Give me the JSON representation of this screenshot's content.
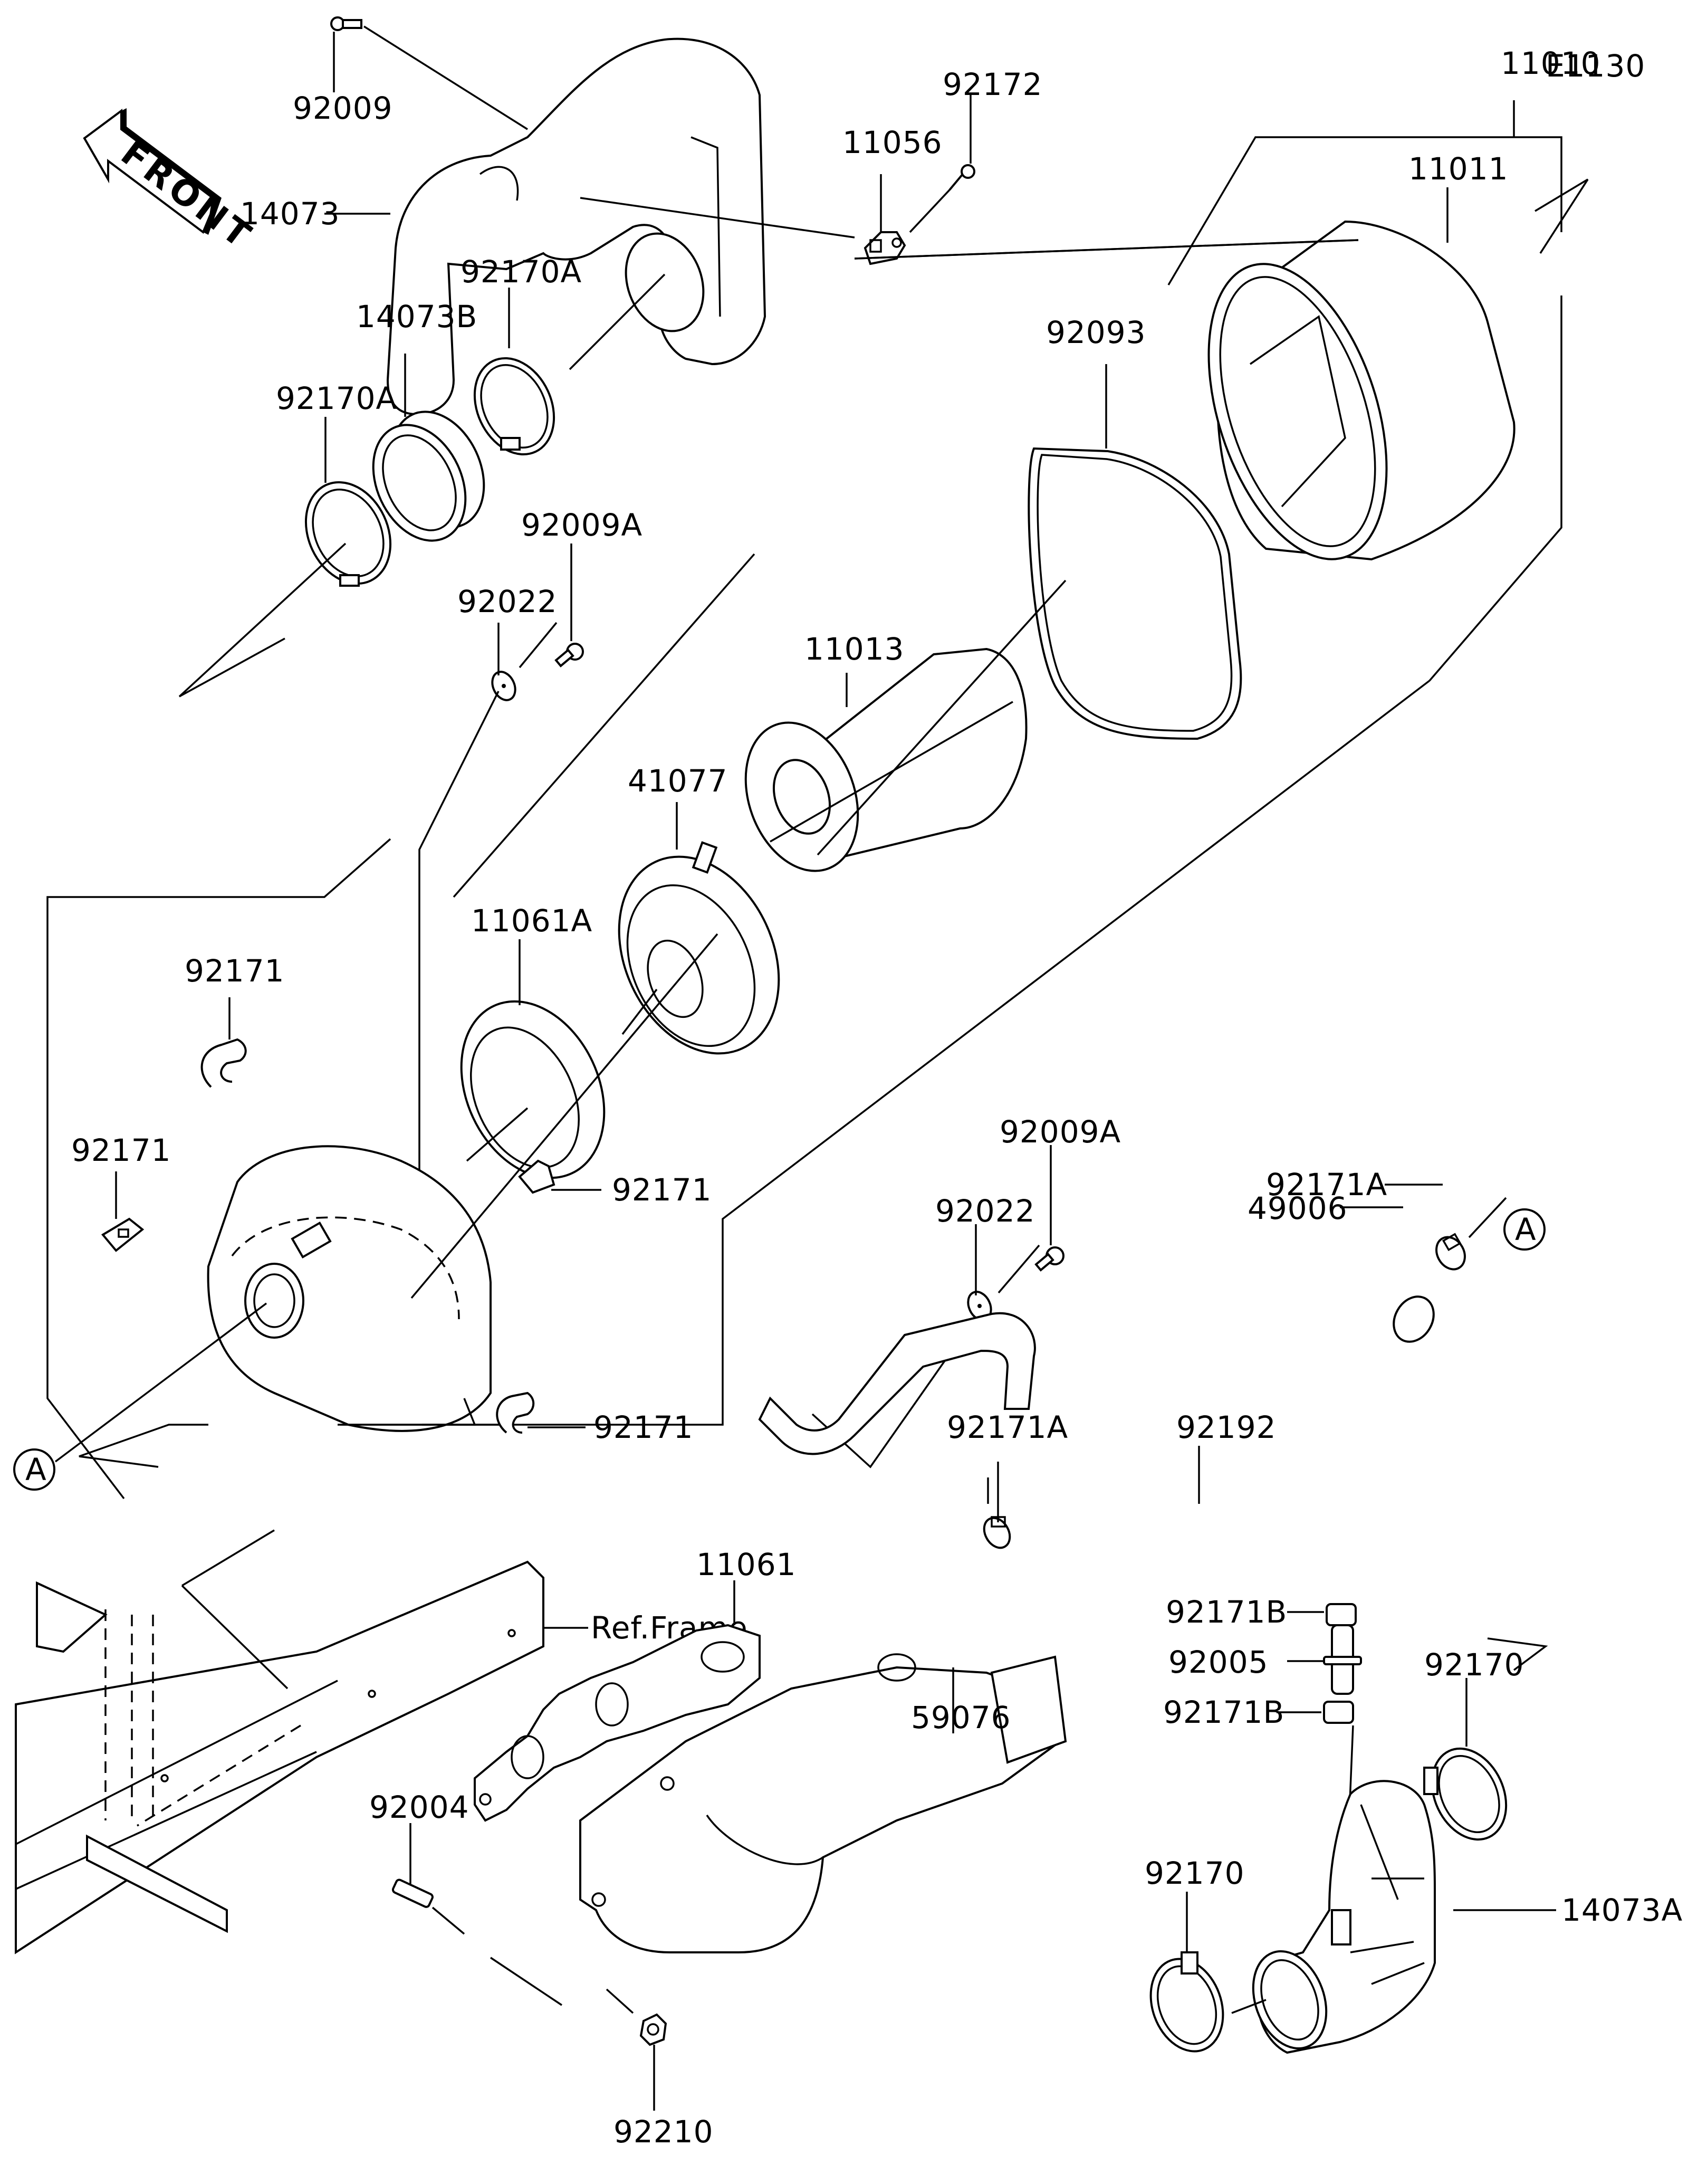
{
  "diagram": {
    "title": "Air Cleaner",
    "diagram_code": "E1130",
    "front_indicator": "FRONT",
    "reference_marker": "A",
    "labels": {
      "p92009": "92009",
      "p14073": "14073",
      "p92170A_top": "92170A",
      "p14073B": "14073B",
      "p92170A_left": "92170A",
      "p92009A_top": "92009A",
      "p92022_top": "92022",
      "p11056": "11056",
      "p92172": "92172",
      "p11010": "11010",
      "p11011": "11011",
      "p92093": "92093",
      "p11013": "11013",
      "p41077": "41077",
      "p11061A": "11061A",
      "p92171_a": "92171",
      "p92171_b": "92171",
      "p92171_c": "92171",
      "p92171_d": "92171",
      "p92009A_mid": "92009A",
      "p92022_mid": "92022",
      "p92171A_top": "92171A",
      "p49006": "49006",
      "p92171A_mid": "92171A",
      "p92192": "92192",
      "p92171B_1": "92171B",
      "p92005": "92005",
      "p92171B_2": "92171B",
      "p92170_right": "92170",
      "p14073A": "14073A",
      "p92170_bottom": "92170",
      "ref_frame": "Ref.Frame",
      "p11061": "11061",
      "p59076": "59076",
      "p92004": "92004",
      "p92210": "92210"
    }
  }
}
